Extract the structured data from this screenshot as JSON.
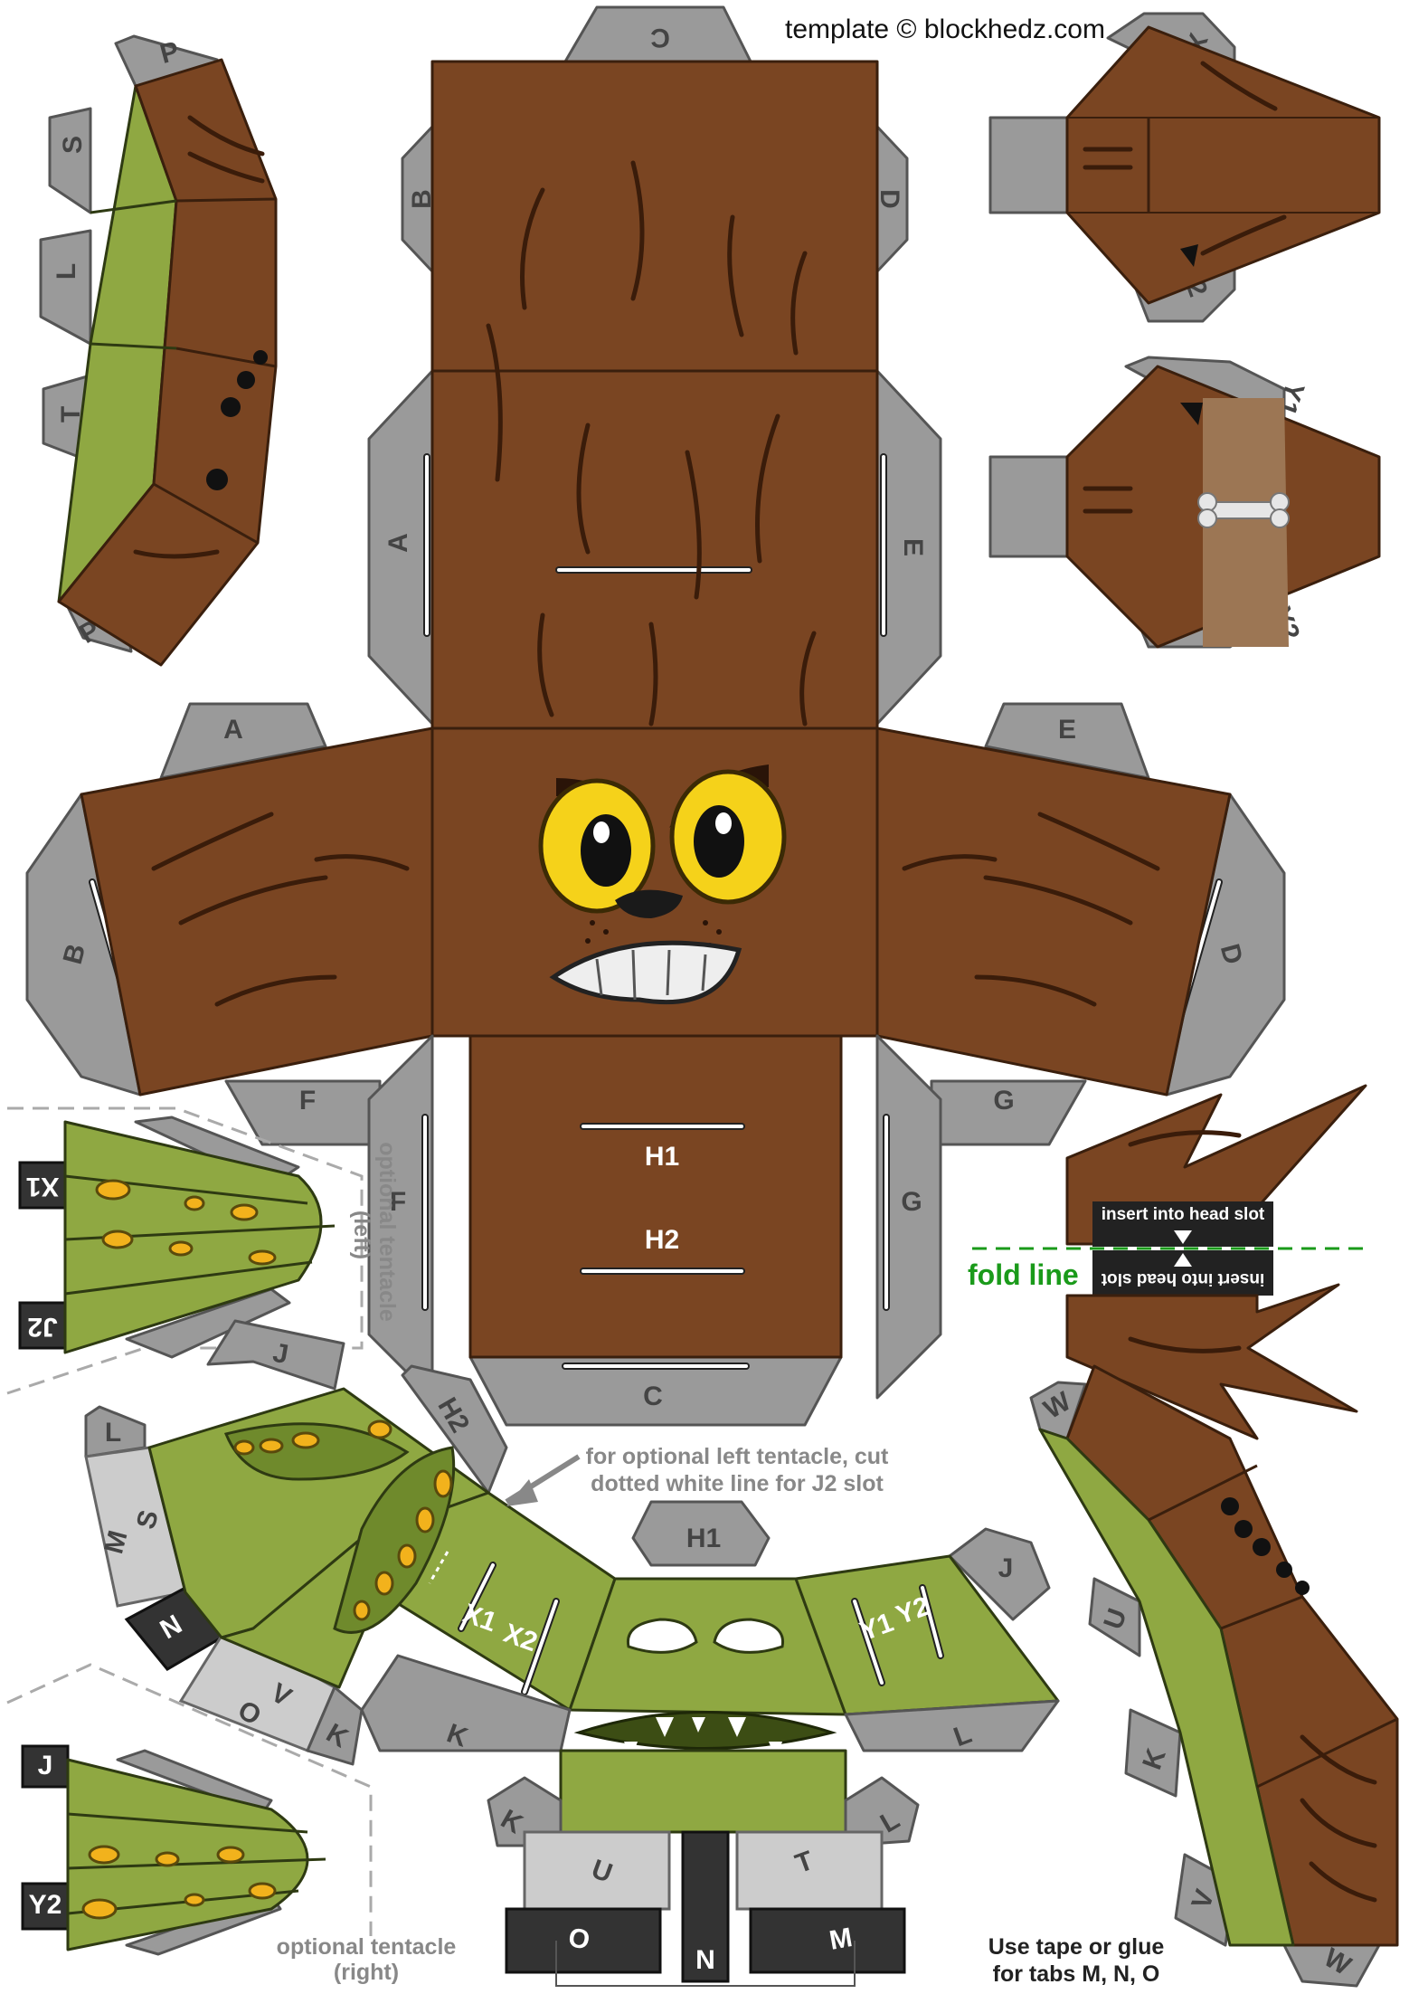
{
  "credit": "template © blockhedz.com",
  "tab_labels": {
    "head_top": "C",
    "head_top_left": "B",
    "head_top_right": "D",
    "head_back_left": "A",
    "head_back_right": "E",
    "left_side_top": "A",
    "left_side_side": "B",
    "left_side_bottom": "F",
    "right_side_top": "E",
    "right_side_side": "D",
    "right_side_bottom": "G",
    "chin_left": "F",
    "chin_right": "G",
    "chin_bottom": "C",
    "arm_p_top": "P",
    "arm_s": "S",
    "arm_l": "L",
    "arm_t": "T",
    "arm_p_bottom": "P",
    "leg_x1": "X1",
    "leg_x2": "X2",
    "leg_y1": "Y1",
    "leg_y2": "Y2",
    "chin_h1": "H1",
    "chin_h2": "H2",
    "body_h1": "H1",
    "body_h2": "H2",
    "body_j_top": "J",
    "body_j_right": "J",
    "body_l_left": "L",
    "body_s": "S",
    "body_m_left": "M",
    "body_n_left": "N",
    "body_o_left": "O",
    "body_v": "V",
    "body_k_left": "K",
    "body_k_mid": "K",
    "body_l_right": "L",
    "body_k_bottom": "K",
    "body_u": "U",
    "body_t": "T",
    "body_l_bottom": "L",
    "body_o": "O",
    "body_m": "M",
    "body_n": "N",
    "body_x1": "X1",
    "body_x2": "X2",
    "body_y1": "Y1",
    "body_y2": "Y2",
    "tentacle_left_x1": "X1",
    "tentacle_left_j2": "J2",
    "tentacle_right_j": "J",
    "tentacle_right_y2": "Y2",
    "arm2_w_top": "W",
    "arm2_u": "U",
    "arm2_k": "K",
    "arm2_v": "V",
    "arm2_w_bottom": "W"
  },
  "notes": {
    "optional_left_line1": "optional tentacle",
    "optional_left_line2": "(left)",
    "optional_right_line1": "optional tentacle",
    "optional_right_line2": "(right)",
    "j2_slot_line1": "for optional left tentacle, cut",
    "j2_slot_line2": "dotted white line for J2 slot",
    "tape_line1": "Use tape or glue",
    "tape_line2": "for tabs M, N, O",
    "insert_slot_top": "insert into head slot",
    "insert_slot_bottom": "insert into head slot",
    "fold_line": "fold line"
  },
  "colors": {
    "fur": "#7a4522",
    "goblin_green": "#8fa842",
    "tab_grey": "#9a9a9a",
    "fold_green": "#1a9a1a",
    "eye_yellow": "#f5d21a"
  }
}
